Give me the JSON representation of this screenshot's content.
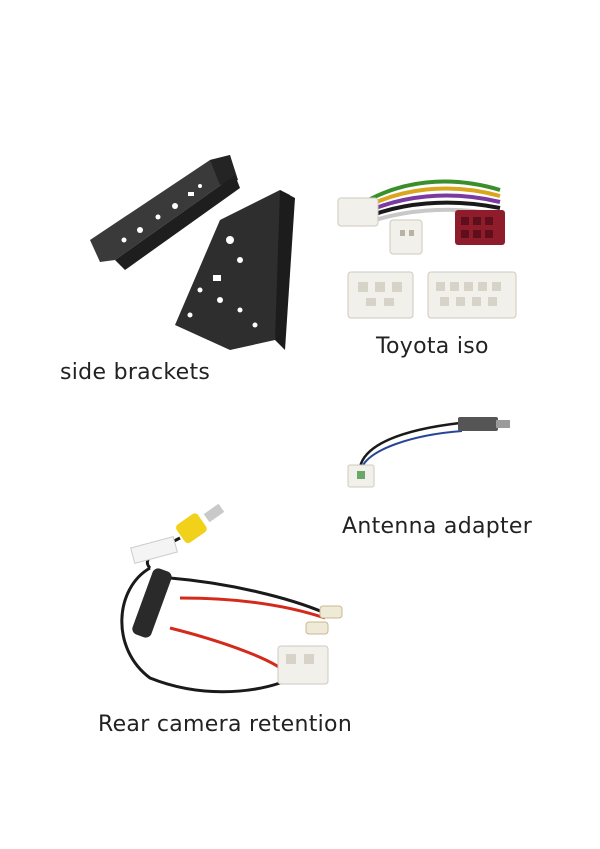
{
  "items": {
    "brackets": {
      "label": "side brackets",
      "icon": "mounting-bracket-icon"
    },
    "toyota": {
      "label": "Toyota iso",
      "icon": "iso-harness-icon"
    },
    "antenna": {
      "label": "Antenna adapter",
      "icon": "antenna-adapter-icon"
    },
    "camera": {
      "label": "Rear camera retention",
      "icon": "camera-cable-icon"
    }
  },
  "colors": {
    "background": "#ffffff",
    "text": "#222222",
    "bracket": "#2b2b2b",
    "connector_white": "#f2f0ea",
    "iso_red": "#8e1c2a",
    "rca_yellow": "#f2d11b",
    "wire_red": "#d42a1c",
    "wire_black": "#1a1a1a"
  }
}
